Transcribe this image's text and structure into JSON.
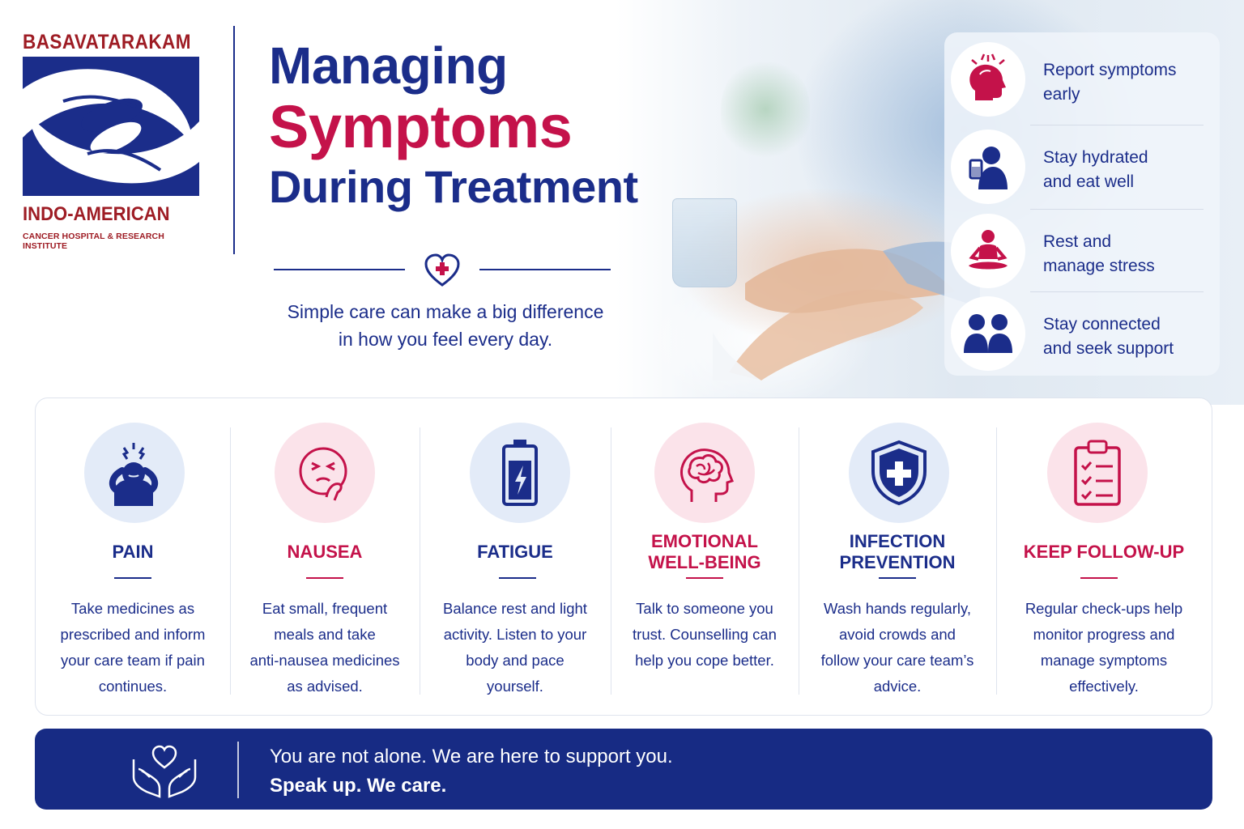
{
  "logo": {
    "top_text": "BASAVATARAKAM",
    "middle_text": "INDO-AMERICAN",
    "bottom_text": "CANCER HOSPITAL & RESEARCH INSTITUTE"
  },
  "title": {
    "line1": "Managing",
    "line2": "Symptoms",
    "line3": "During Treatment"
  },
  "tagline": {
    "line1": "Simple care can make a big difference",
    "line2": "in how you feel every day."
  },
  "tips": [
    {
      "icon": "head-alert-icon",
      "line1": "Report symptoms",
      "line2": "early"
    },
    {
      "icon": "person-drinking-icon",
      "line1": "Stay hydrated",
      "line2": "and eat well"
    },
    {
      "icon": "meditation-icon",
      "line1": "Rest and",
      "line2": "manage stress"
    },
    {
      "icon": "people-icon",
      "line1": "Stay connected",
      "line2": "and seek support"
    }
  ],
  "cards": [
    {
      "icon": "stressed-person-icon",
      "title": "PAIN",
      "color": "blue",
      "body": [
        "Take medicines as",
        "prescribed and inform",
        "your care team if pain",
        "continues."
      ]
    },
    {
      "icon": "nausea-face-icon",
      "title": "NAUSEA",
      "color": "pink",
      "body": [
        "Eat small, frequent",
        "meals and take",
        "anti-nausea medicines",
        "as advised."
      ]
    },
    {
      "icon": "battery-icon",
      "title": "FATIGUE",
      "color": "blue",
      "body": [
        "Balance rest and light",
        "activity. Listen to your",
        "body and pace",
        "yourself."
      ]
    },
    {
      "icon": "brain-head-icon",
      "title_line1": "EMOTIONAL",
      "title_line2": "WELL-BEING",
      "color": "pink",
      "body": [
        "Talk to someone you",
        "trust. Counselling can",
        "help you cope better."
      ]
    },
    {
      "icon": "shield-cross-icon",
      "title_line1": "INFECTION",
      "title_line2": "PREVENTION",
      "color": "blue",
      "body": [
        "Wash hands regularly,",
        "avoid crowds and",
        "follow your care team’s",
        "advice."
      ]
    },
    {
      "icon": "clipboard-checklist-icon",
      "title": "KEEP FOLLOW-UP",
      "color": "pink",
      "body": [
        "Regular check-ups help",
        "monitor progress and",
        "manage symptoms",
        "effectively."
      ]
    }
  ],
  "footer": {
    "icon": "hands-heart-icon",
    "line1": "You are not alone. We are here to support you.",
    "line2": "Speak up. We care."
  },
  "colors": {
    "navy": "#1b2d8a",
    "crimson": "#c4124a",
    "maroon": "#9e1c24",
    "footer_bg": "#172b84"
  }
}
